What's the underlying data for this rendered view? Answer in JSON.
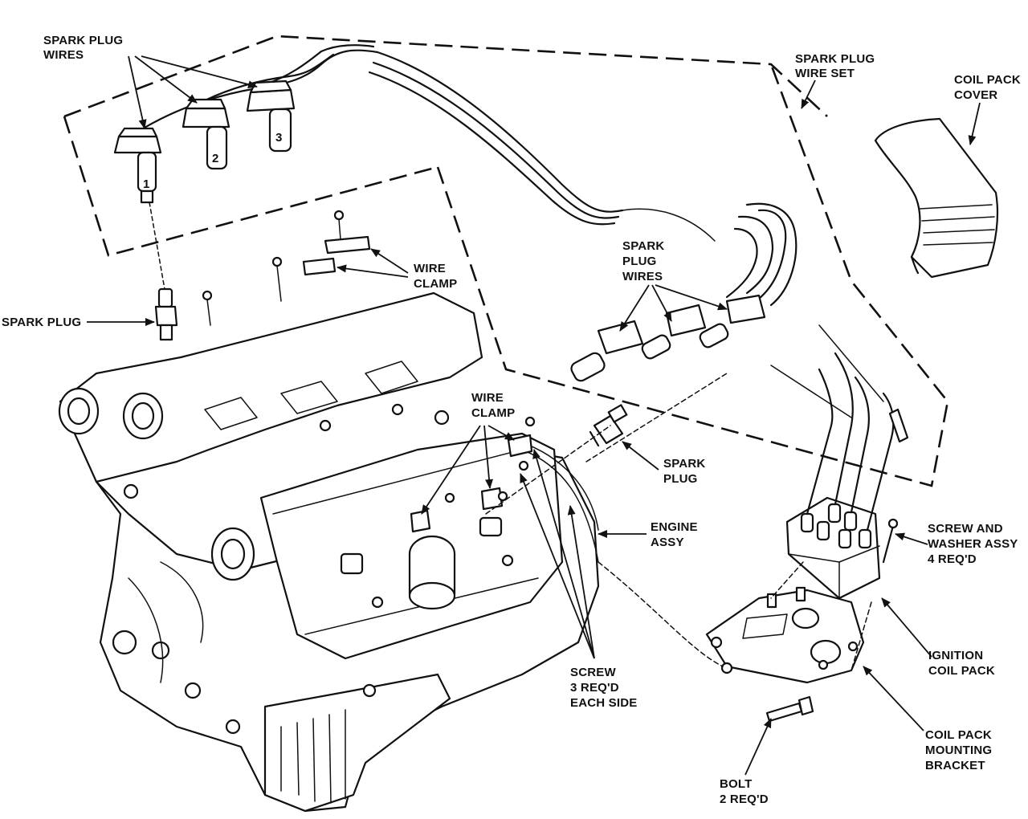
{
  "diagram": {
    "labels": {
      "spark_plug_wires_top": [
        "SPARK PLUG",
        "WIRES"
      ],
      "spark_plug_wire_set": [
        "SPARK PLUG",
        "WIRE SET"
      ],
      "coil_pack_cover": [
        "COIL PACK",
        "COVER"
      ],
      "spark_plug_wires_mid": [
        "SPARK",
        "PLUG",
        "WIRES"
      ],
      "wire_clamp_top": [
        "WIRE",
        "CLAMP"
      ],
      "spark_plug_left": [
        "SPARK PLUG"
      ],
      "wire_clamp_mid": [
        "WIRE",
        "CLAMP"
      ],
      "spark_plug_right": [
        "SPARK",
        "PLUG"
      ],
      "engine_assy": [
        "ENGINE",
        "ASSY"
      ],
      "screw_washer": [
        "SCREW AND",
        "WASHER ASSY",
        "4 REQ'D"
      ],
      "ignition_coil_pack": [
        "IGNITION",
        "COIL PACK"
      ],
      "screw_each_side": [
        "SCREW",
        "3 REQ'D",
        "EACH SIDE"
      ],
      "coil_pack_bracket": [
        "COIL PACK",
        "MOUNTING",
        "BRACKET"
      ],
      "bolt": [
        "BOLT",
        "2 REQ'D"
      ]
    },
    "boot_numbers": [
      "1",
      "2",
      "3"
    ],
    "ink_color": "#111111",
    "background_color": "#ffffff"
  }
}
